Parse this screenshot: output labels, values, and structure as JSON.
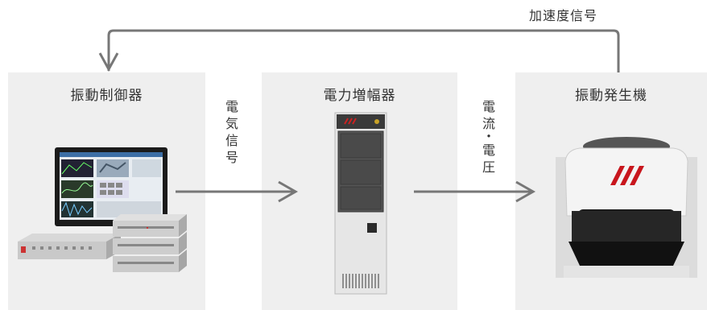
{
  "panels": {
    "controller": {
      "title": "振動制御器"
    },
    "amplifier": {
      "title": "電力増幅器"
    },
    "shaker": {
      "title": "振動発生機"
    }
  },
  "signals": {
    "electric_signal": [
      "電",
      "気",
      "信",
      "号"
    ],
    "current_voltage": [
      "電",
      "流",
      "・",
      "電",
      "圧"
    ],
    "feedback": "加速度信号"
  },
  "colors": {
    "panel_bg": "#efefef",
    "arrow": "#777777",
    "text": "#333333"
  }
}
